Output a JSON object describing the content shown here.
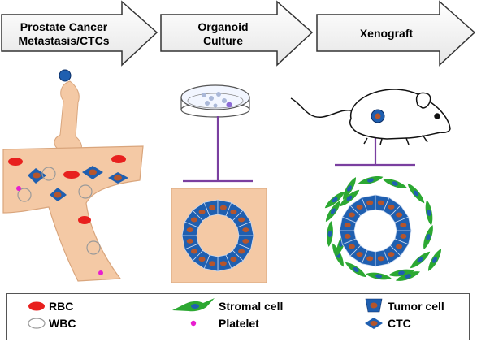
{
  "steps": [
    {
      "line1": "Prostate Cancer",
      "line2": "Metastasis/CTCs"
    },
    {
      "line1": "Organoid",
      "line2": "Culture"
    },
    {
      "line1": "Xenograft",
      "line2": ""
    }
  ],
  "legend": {
    "rbc": "RBC",
    "wbc": "WBC",
    "stromal": "Stromal cell",
    "platelet": "Platelet",
    "tumor": "Tumor cell",
    "ctc": "CTC"
  },
  "colors": {
    "vessel": "#f4c9a5",
    "rbc": "#e8201e",
    "tumor_blue": "#1f5fb0",
    "nucleus": "#b5552c",
    "stroma_green": "#2ca832",
    "purple_line": "#7a3fa0",
    "platelet": "#e81ecf"
  }
}
